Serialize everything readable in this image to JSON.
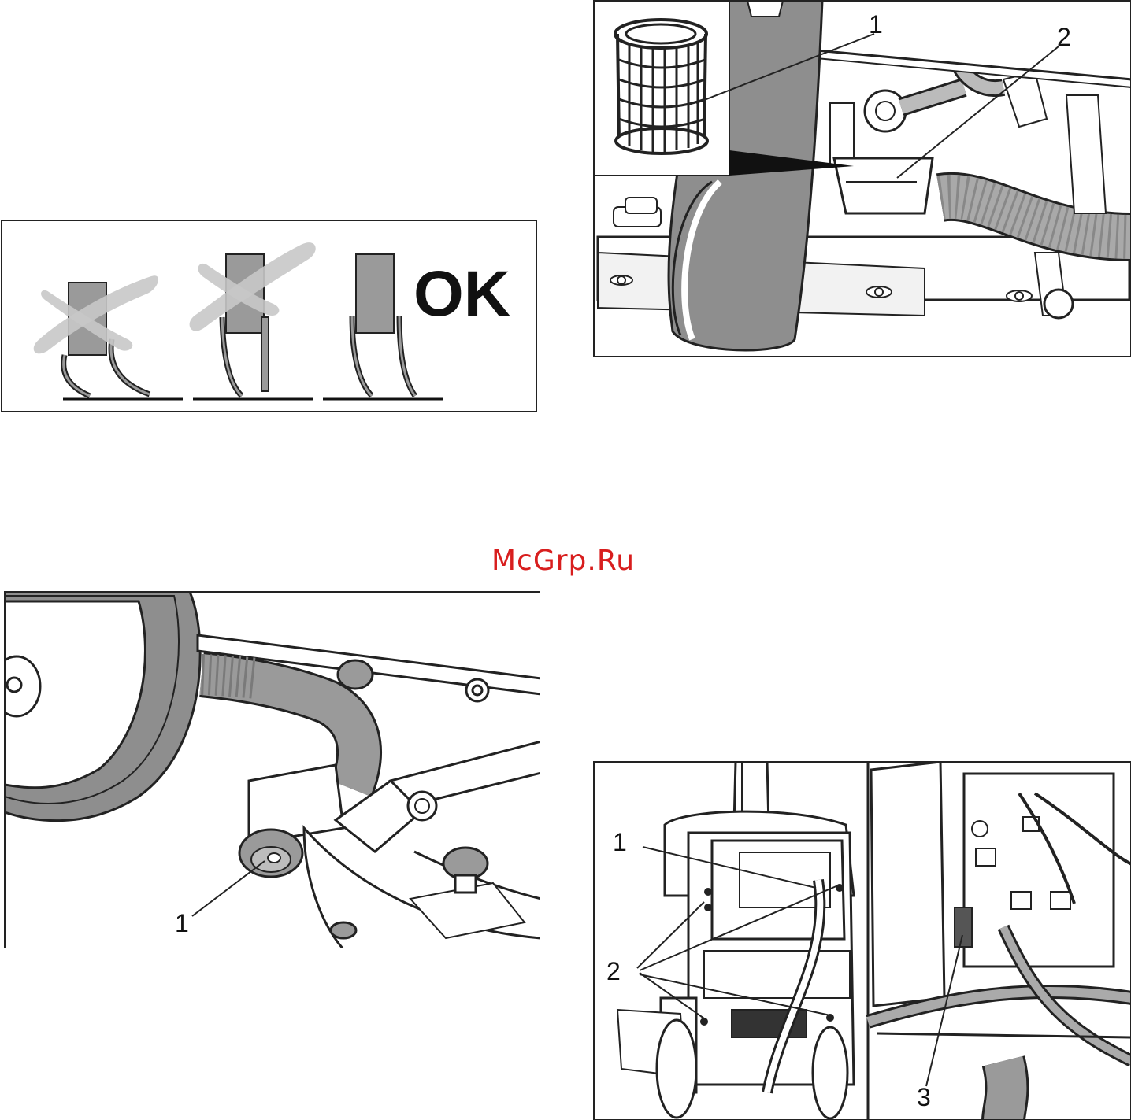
{
  "watermark": "McGrp.Ru",
  "figures": {
    "squeegee_lips": {
      "ok_label": "OK"
    },
    "filter": {
      "callouts": [
        "1",
        "2"
      ]
    },
    "spray_guard": {
      "callouts": [
        "1"
      ]
    },
    "rear_view": {
      "callouts": [
        "1",
        "2",
        "3"
      ]
    }
  },
  "colors": {
    "fill_gray": "#9a9a9a",
    "cross_gray": "#c8c8c8",
    "line": "#1a1a1a",
    "watermark": "#d81e1e"
  }
}
